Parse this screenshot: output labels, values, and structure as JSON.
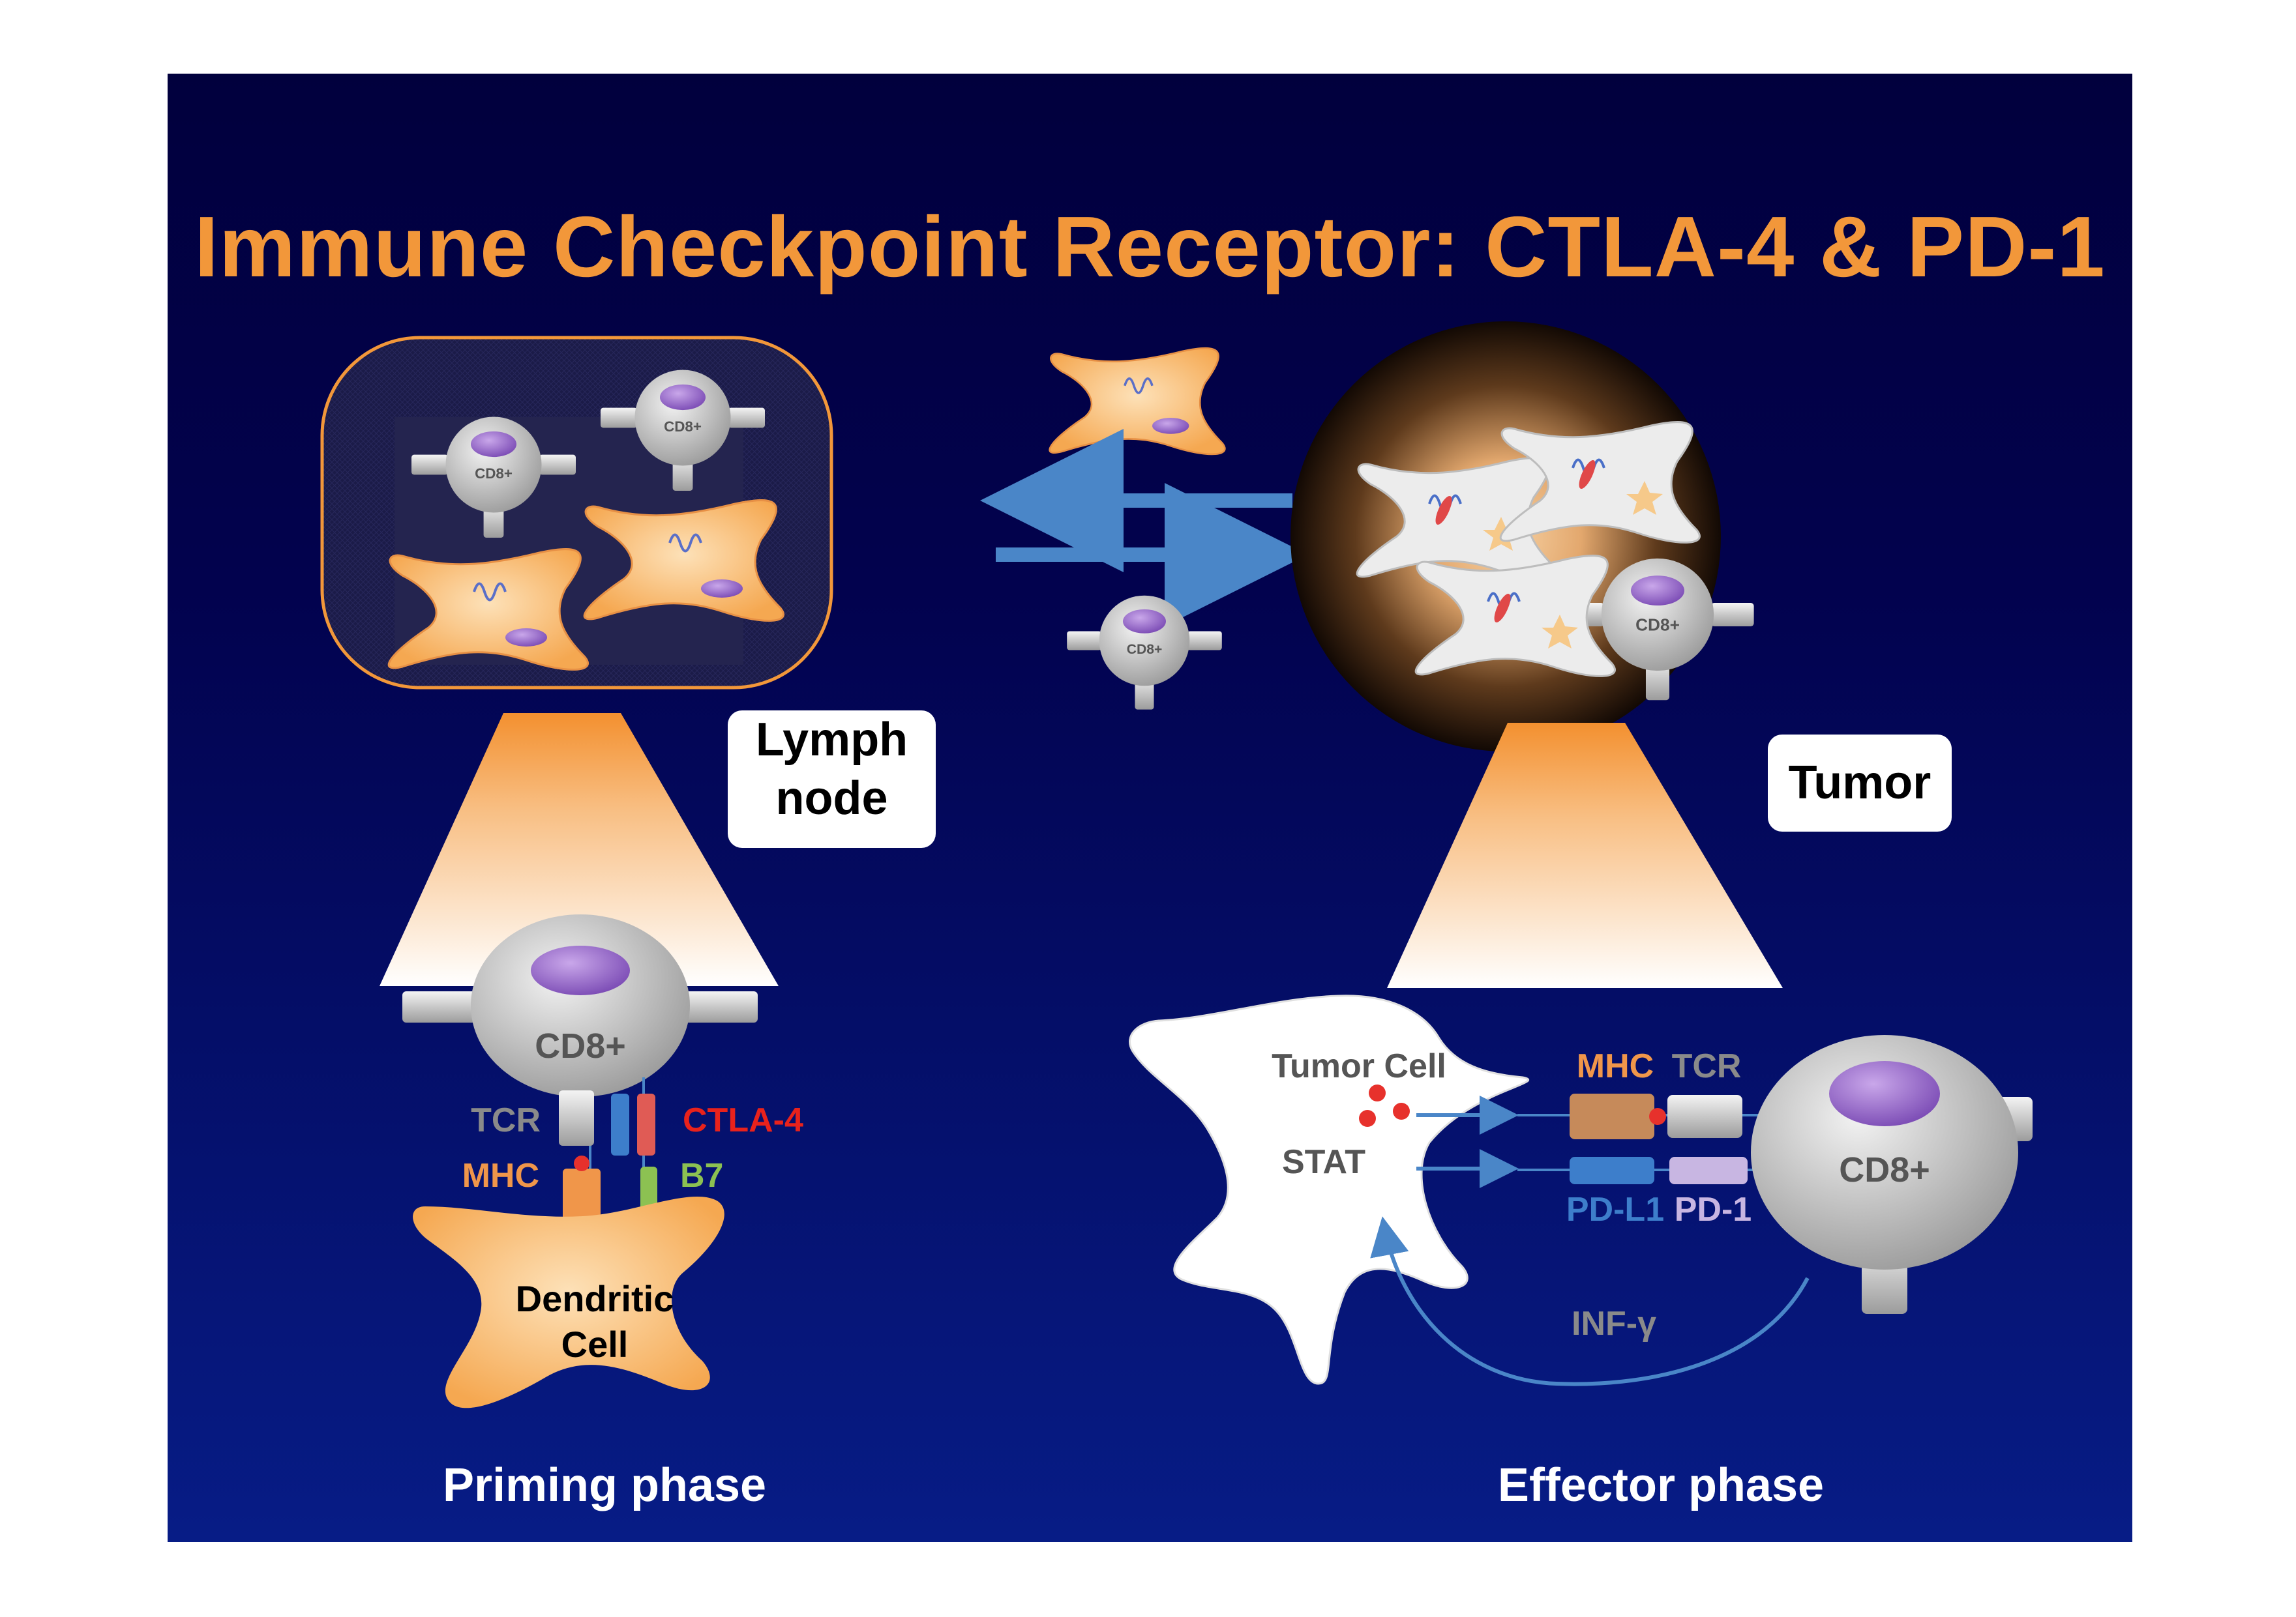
{
  "title": "Immune Checkpoint Receptor: CTLA-4 & PD-1",
  "locations": {
    "lymph_line1": "Lymph",
    "lymph_line2": "node",
    "tumor": "Tumor"
  },
  "cell_label": "CD8+",
  "priming": {
    "phase": "Priming phase",
    "cd8": "CD8+",
    "tcr": "TCR",
    "ctla4": "CTLA-4",
    "mhc": "MHC",
    "b7": "B7",
    "dendritic": "Dendritic Cell"
  },
  "effector": {
    "phase": "Effector phase",
    "tumor_cell": "Tumor Cell",
    "stat": "STAT",
    "mhc": "MHC",
    "tcr": "TCR",
    "pdl1": "PD-L1",
    "pd1": "PD-1",
    "cd8": "CD8+",
    "infg": "INF-γ"
  },
  "colors": {
    "title": "#f2973a",
    "mhc": "#f0964a",
    "ctla4": "#e8221c",
    "b7": "#8cc152",
    "pdl1": "#3d7ecb",
    "pd1": "#c8b6e2",
    "tcr": "#8a8a8a",
    "arrow": "#4a86c8"
  }
}
